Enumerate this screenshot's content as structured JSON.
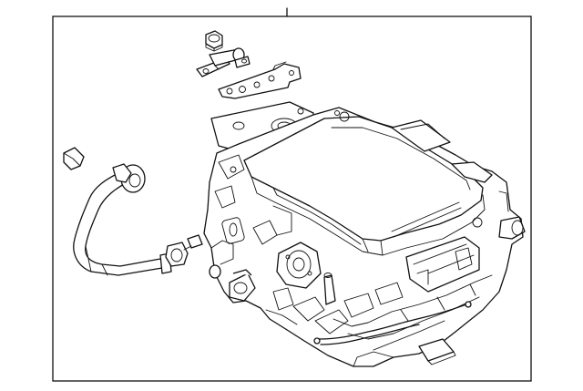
{
  "diagram": {
    "frame_color": "#111111",
    "background_color": "#ffffff",
    "parts": [
      {
        "name": "inverter-assembly",
        "icon": "inverter-assembly-icon"
      },
      {
        "name": "flange-nut",
        "icon": "hex-nut-icon"
      },
      {
        "name": "mounting-bracket",
        "icon": "bracket-icon"
      },
      {
        "name": "gasket-plate",
        "icon": "gasket-icon"
      },
      {
        "name": "coolant-hose",
        "icon": "hose-icon"
      },
      {
        "name": "hose-cap",
        "icon": "cap-icon"
      },
      {
        "name": "hose-clamp",
        "icon": "clamp-icon"
      }
    ]
  }
}
